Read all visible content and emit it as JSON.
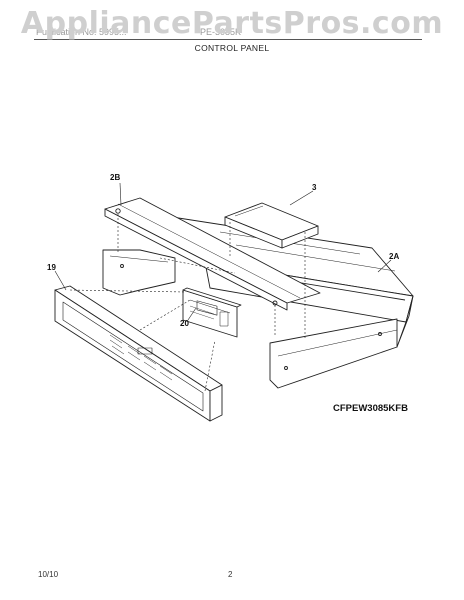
{
  "watermark": "AppliancePartsPros.com",
  "header": {
    "left_text": "Publication No: 5995...",
    "mid_text": "PE-3085K",
    "section_title": "CONTROL PANEL"
  },
  "callouts": {
    "part_2b": "2B",
    "part_3": "3",
    "part_2a": "2A",
    "part_19": "19",
    "part_20": "20"
  },
  "model_number": "CFPEW3085KFB",
  "footer": {
    "date": "10/10",
    "page": "2"
  },
  "colors": {
    "line": "#222222",
    "watermark": "#cfcfcf"
  }
}
